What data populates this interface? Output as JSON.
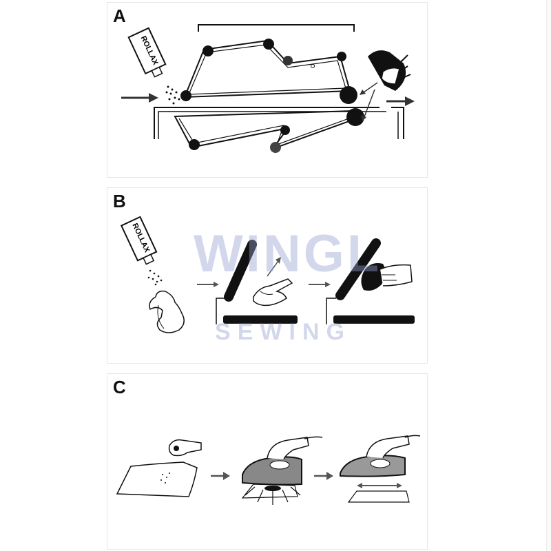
{
  "panels": [
    {
      "id": "A",
      "label": "A"
    },
    {
      "id": "B",
      "label": "B"
    },
    {
      "id": "C",
      "label": "C"
    }
  ],
  "bottle_label": "ROLLAX",
  "watermark": {
    "main": "WINGL",
    "sub": "SEWING"
  },
  "colors": {
    "ink": "#111111",
    "watermark": "#96a0d2",
    "border": "#e6e6e6"
  }
}
